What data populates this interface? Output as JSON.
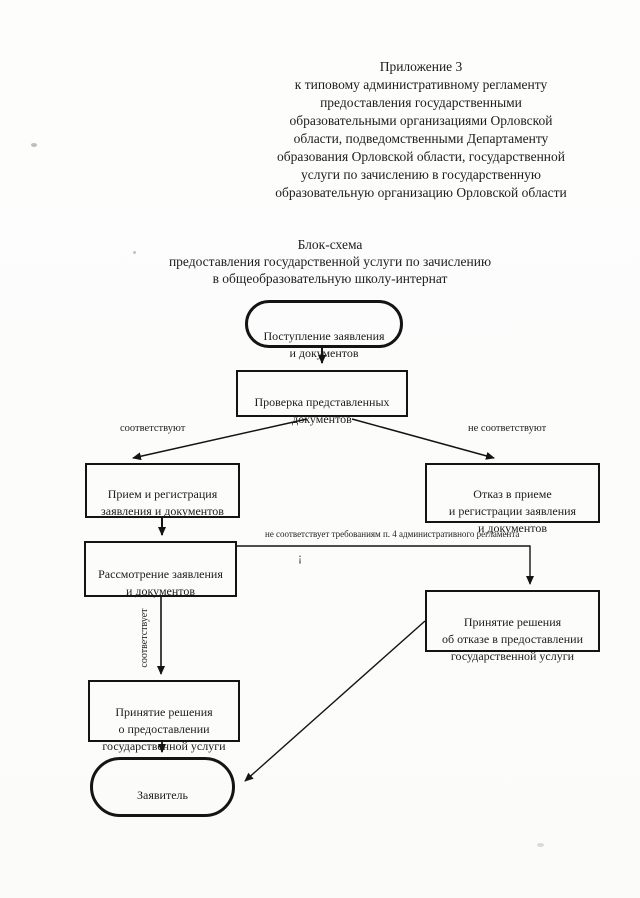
{
  "page": {
    "header": "Приложение 3\nк типовому административному регламенту\nпредоставления государственными\nобразовательными организациями Орловской\nобласти, подведомственными Департаменту\nобразования Орловской области, государственной\nуслуги по зачислению в государственную\nобразовательную организацию Орловской области",
    "title": "Блок-схема\nпредоставления государственной услуги по зачислению\nв общеобразовательную школу-интернат"
  },
  "flowchart": {
    "nodes": {
      "start": {
        "label": "Поступление заявления\nи документов",
        "shape": "stadium"
      },
      "check": {
        "label": "Проверка представленных\nдокументов",
        "shape": "rect"
      },
      "accept": {
        "label": "Прием и регистрация\nзаявления и документов",
        "shape": "rect"
      },
      "refuse_registration": {
        "label": "Отказ в приеме\nи регистрации заявления\nи документов",
        "shape": "rect"
      },
      "review": {
        "label": "Рассмотрение заявления\nи документов",
        "shape": "rect"
      },
      "decision_refuse": {
        "label": "Принятие решения\nоб отказе в предоставлении\nгосударственной услуги",
        "shape": "rect"
      },
      "decision_grant": {
        "label": "Принятие решения\nо предоставлении\nгосударственной услуги",
        "shape": "rect"
      },
      "applicant": {
        "label": "Заявитель",
        "shape": "stadium"
      }
    },
    "edge_labels": {
      "match_plural": "соответствуют",
      "no_match_plural": "не соответствуют",
      "no_match_requirements": "не соответствует требованиям п. 4 административного  регламента",
      "match_single": "соответствует"
    },
    "artifact_mark": "¡",
    "line_color": "#141414"
  }
}
